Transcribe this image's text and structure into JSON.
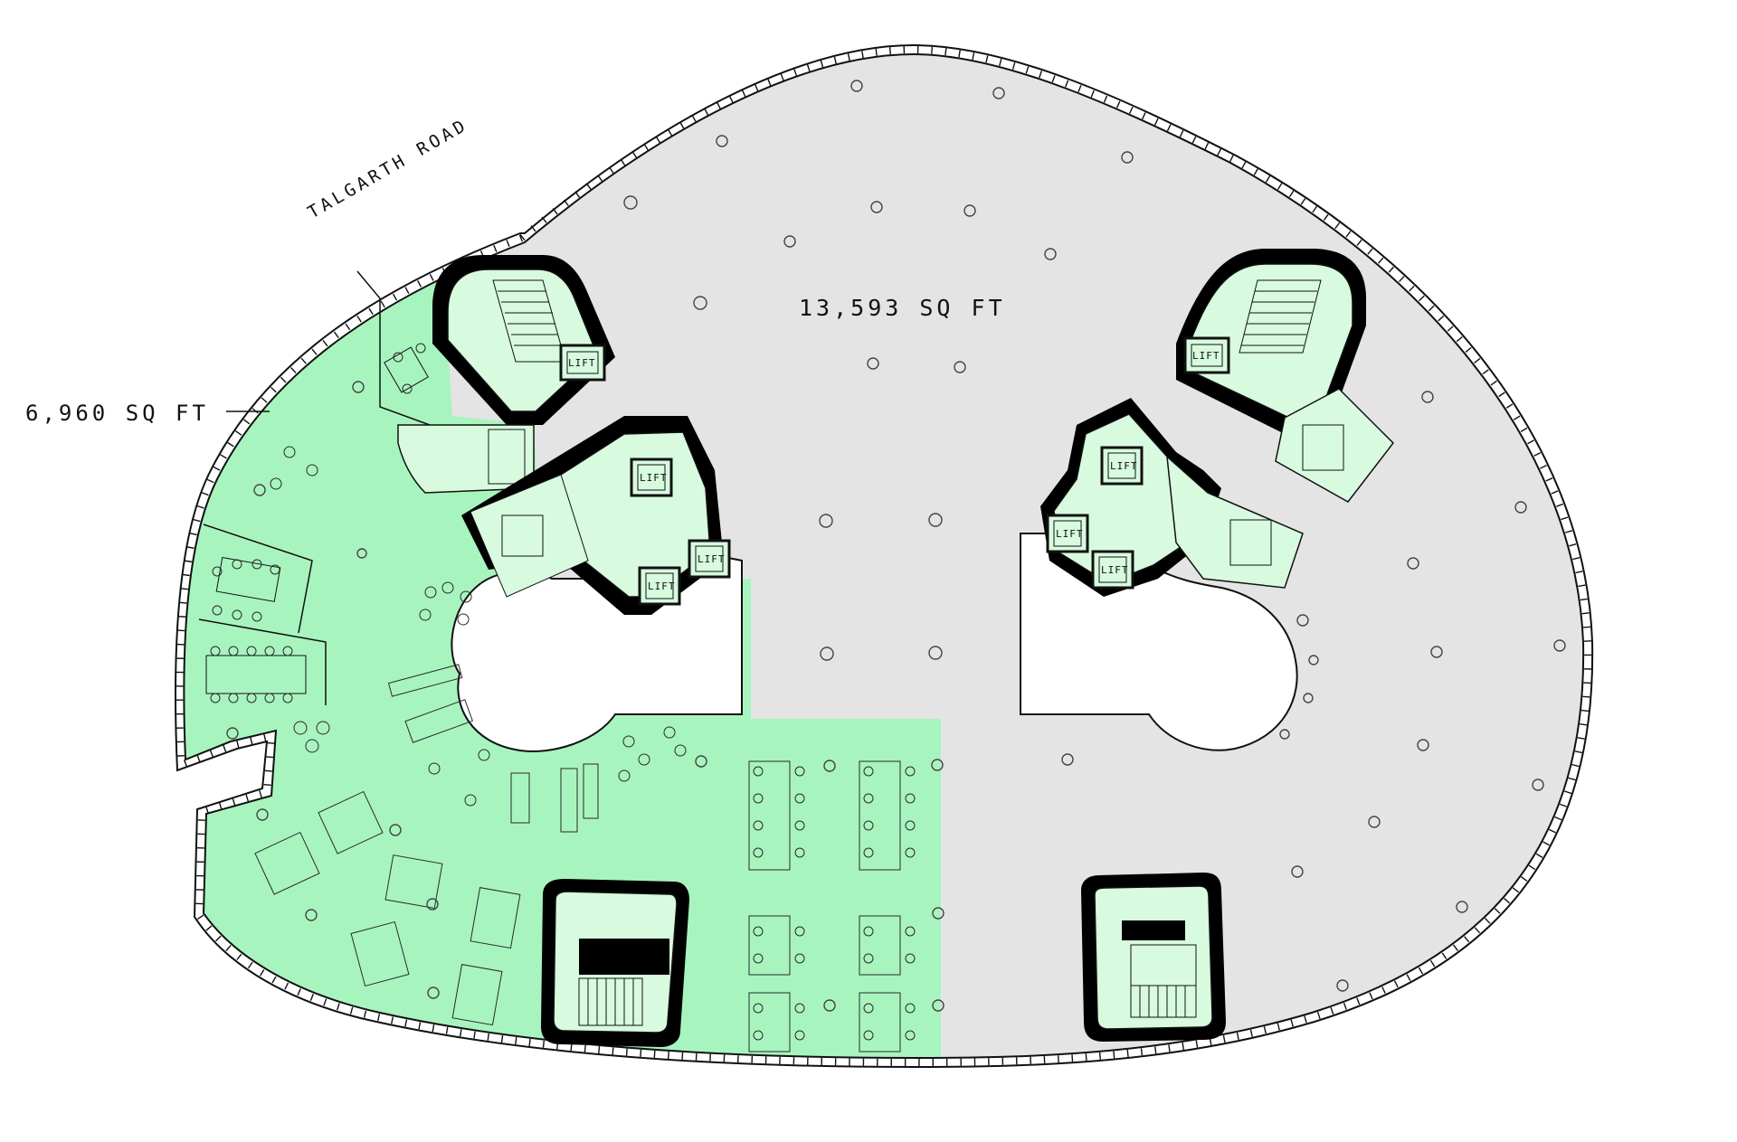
{
  "road_label": "TALGARTH ROAD",
  "area_green_label": "6,960 SQ FT",
  "area_grey_label": "13,593 SQ FT",
  "lift_label": "LIFT",
  "colors": {
    "grey_zone": "#e4e4e4",
    "green_zone": "#a8f4bf",
    "core_fill": "#d8fadf",
    "wall": "#000000",
    "furniture_stroke": "#2a2a2a"
  }
}
